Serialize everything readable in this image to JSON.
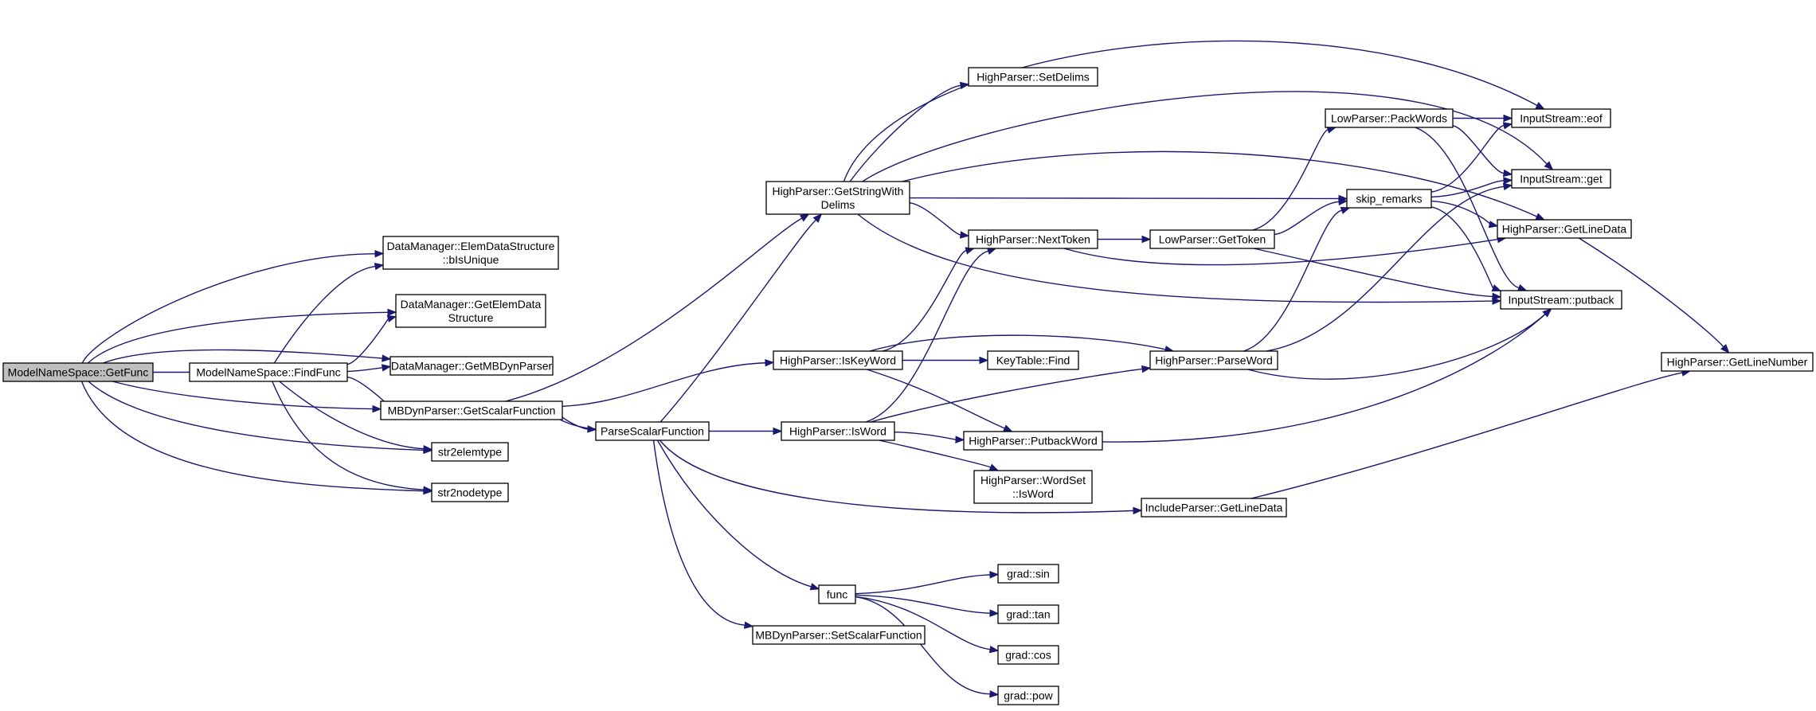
{
  "diagram": {
    "colors": {
      "edge": "#191970",
      "node_fill": "#ffffff",
      "root_fill": "#bfbfbf",
      "border": "#000000"
    },
    "nodes": [
      {
        "id": "getfunc",
        "lines": [
          "ModelNameSpace::GetFunc"
        ],
        "root": true
      },
      {
        "id": "findfunc",
        "lines": [
          "ModelNameSpace::FindFunc"
        ]
      },
      {
        "id": "isunique",
        "lines": [
          "DataManager::ElemDataStructure",
          "::bIsUnique"
        ]
      },
      {
        "id": "getelemdata",
        "lines": [
          "DataManager::GetElemData",
          "Structure"
        ]
      },
      {
        "id": "getmbdyn",
        "lines": [
          "DataManager::GetMBDynParser"
        ]
      },
      {
        "id": "getscalar",
        "lines": [
          "MBDynParser::GetScalarFunction"
        ]
      },
      {
        "id": "str2elem",
        "lines": [
          "str2elemtype"
        ]
      },
      {
        "id": "str2node",
        "lines": [
          "str2nodetype"
        ]
      },
      {
        "id": "parsescalar",
        "lines": [
          "ParseScalarFunction"
        ]
      },
      {
        "id": "getstring",
        "lines": [
          "HighParser::GetStringWith",
          "Delims"
        ]
      },
      {
        "id": "iskeyword",
        "lines": [
          "HighParser::IsKeyWord"
        ]
      },
      {
        "id": "isword",
        "lines": [
          "HighParser::IsWord"
        ]
      },
      {
        "id": "func",
        "lines": [
          "func"
        ]
      },
      {
        "id": "setscalar",
        "lines": [
          "MBDynParser::SetScalarFunction"
        ]
      },
      {
        "id": "setdelims",
        "lines": [
          "HighParser::SetDelims"
        ]
      },
      {
        "id": "nexttoken",
        "lines": [
          "HighParser::NextToken"
        ]
      },
      {
        "id": "keyfind",
        "lines": [
          "KeyTable::Find"
        ]
      },
      {
        "id": "putbackword",
        "lines": [
          "HighParser::PutbackWord"
        ]
      },
      {
        "id": "wordset",
        "lines": [
          "HighParser::WordSet",
          "::IsWord"
        ]
      },
      {
        "id": "sin",
        "lines": [
          "grad::sin"
        ]
      },
      {
        "id": "tan",
        "lines": [
          "grad::tan"
        ]
      },
      {
        "id": "cos",
        "lines": [
          "grad::cos"
        ]
      },
      {
        "id": "pow",
        "lines": [
          "grad::pow"
        ]
      },
      {
        "id": "gettoken",
        "lines": [
          "LowParser::GetToken"
        ]
      },
      {
        "id": "parseword",
        "lines": [
          "HighParser::ParseWord"
        ]
      },
      {
        "id": "includeline",
        "lines": [
          "IncludeParser::GetLineData"
        ]
      },
      {
        "id": "packwords",
        "lines": [
          "LowParser::PackWords"
        ]
      },
      {
        "id": "skipremarks",
        "lines": [
          "skip_remarks"
        ]
      },
      {
        "id": "eof",
        "lines": [
          "InputStream::eof"
        ]
      },
      {
        "id": "get",
        "lines": [
          "InputStream::get"
        ]
      },
      {
        "id": "hpgetline",
        "lines": [
          "HighParser::GetLineData"
        ]
      },
      {
        "id": "putback",
        "lines": [
          "InputStream::putback"
        ]
      },
      {
        "id": "getlinenum",
        "lines": [
          "HighParser::GetLineNumber"
        ]
      }
    ],
    "edges": [
      [
        "getfunc",
        "isunique"
      ],
      [
        "getfunc",
        "getelemdata"
      ],
      [
        "getfunc",
        "getmbdyn"
      ],
      [
        "getfunc",
        "findfunc"
      ],
      [
        "getfunc",
        "getscalar"
      ],
      [
        "getfunc",
        "str2elem"
      ],
      [
        "getfunc",
        "str2node"
      ],
      [
        "findfunc",
        "isunique"
      ],
      [
        "findfunc",
        "getelemdata"
      ],
      [
        "findfunc",
        "getmbdyn"
      ],
      [
        "findfunc",
        "getscalar"
      ],
      [
        "findfunc",
        "str2elem"
      ],
      [
        "findfunc",
        "str2node"
      ],
      [
        "getscalar",
        "getstring"
      ],
      [
        "getscalar",
        "iskeyword"
      ],
      [
        "getscalar",
        "parsescalar"
      ],
      [
        "parsescalar",
        "getscalar"
      ],
      [
        "parsescalar",
        "getstring"
      ],
      [
        "parsescalar",
        "isword"
      ],
      [
        "parsescalar",
        "includeline"
      ],
      [
        "parsescalar",
        "func"
      ],
      [
        "parsescalar",
        "setscalar"
      ],
      [
        "getstring",
        "setdelims"
      ],
      [
        "getstring",
        "eof"
      ],
      [
        "getstring",
        "get"
      ],
      [
        "getstring",
        "skipremarks"
      ],
      [
        "getstring",
        "hpgetline"
      ],
      [
        "getstring",
        "nexttoken"
      ],
      [
        "getstring",
        "putback"
      ],
      [
        "iskeyword",
        "nexttoken"
      ],
      [
        "iskeyword",
        "parseword"
      ],
      [
        "iskeyword",
        "keyfind"
      ],
      [
        "iskeyword",
        "putbackword"
      ],
      [
        "isword",
        "nexttoken"
      ],
      [
        "isword",
        "parseword"
      ],
      [
        "isword",
        "putbackword"
      ],
      [
        "isword",
        "wordset"
      ],
      [
        "nexttoken",
        "gettoken"
      ],
      [
        "nexttoken",
        "hpgetline"
      ],
      [
        "gettoken",
        "packwords"
      ],
      [
        "gettoken",
        "skipremarks"
      ],
      [
        "gettoken",
        "putback"
      ],
      [
        "parseword",
        "skipremarks"
      ],
      [
        "parseword",
        "get"
      ],
      [
        "parseword",
        "putback"
      ],
      [
        "putbackword",
        "putback"
      ],
      [
        "includeline",
        "getlinenum"
      ],
      [
        "packwords",
        "eof"
      ],
      [
        "packwords",
        "get"
      ],
      [
        "packwords",
        "putback"
      ],
      [
        "skipremarks",
        "eof"
      ],
      [
        "skipremarks",
        "get"
      ],
      [
        "skipremarks",
        "hpgetline"
      ],
      [
        "skipremarks",
        "putback"
      ],
      [
        "hpgetline",
        "getlinenum"
      ],
      [
        "func",
        "sin"
      ],
      [
        "func",
        "tan"
      ],
      [
        "func",
        "cos"
      ],
      [
        "func",
        "pow"
      ]
    ]
  }
}
